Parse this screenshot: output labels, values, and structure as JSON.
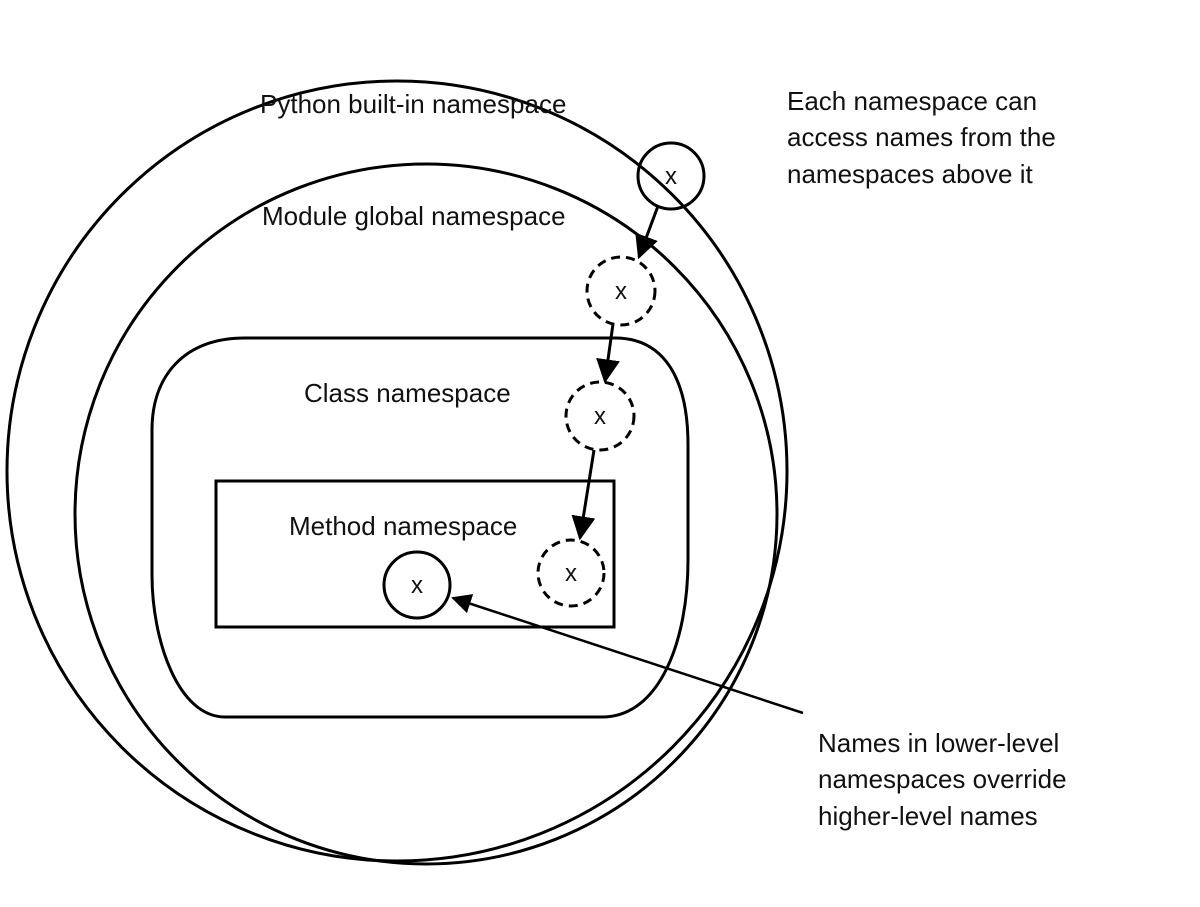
{
  "labels": {
    "builtin": "Python built-in namespace",
    "module": "Module global namespace",
    "class": "Class namespace",
    "method": "Method namespace"
  },
  "notes": {
    "access": [
      "Each namespace can",
      "access names from the",
      "namespaces above it"
    ],
    "override": [
      "Names in lower-level",
      "namespaces override",
      "higher-level names"
    ]
  },
  "names": {
    "builtin_x": "x",
    "module_x": "x",
    "class_x": "x",
    "method_x_dashed": "x",
    "method_x": "x"
  },
  "colors": {
    "ink": "#000000",
    "text": "#111111",
    "background": "#ffffff"
  }
}
